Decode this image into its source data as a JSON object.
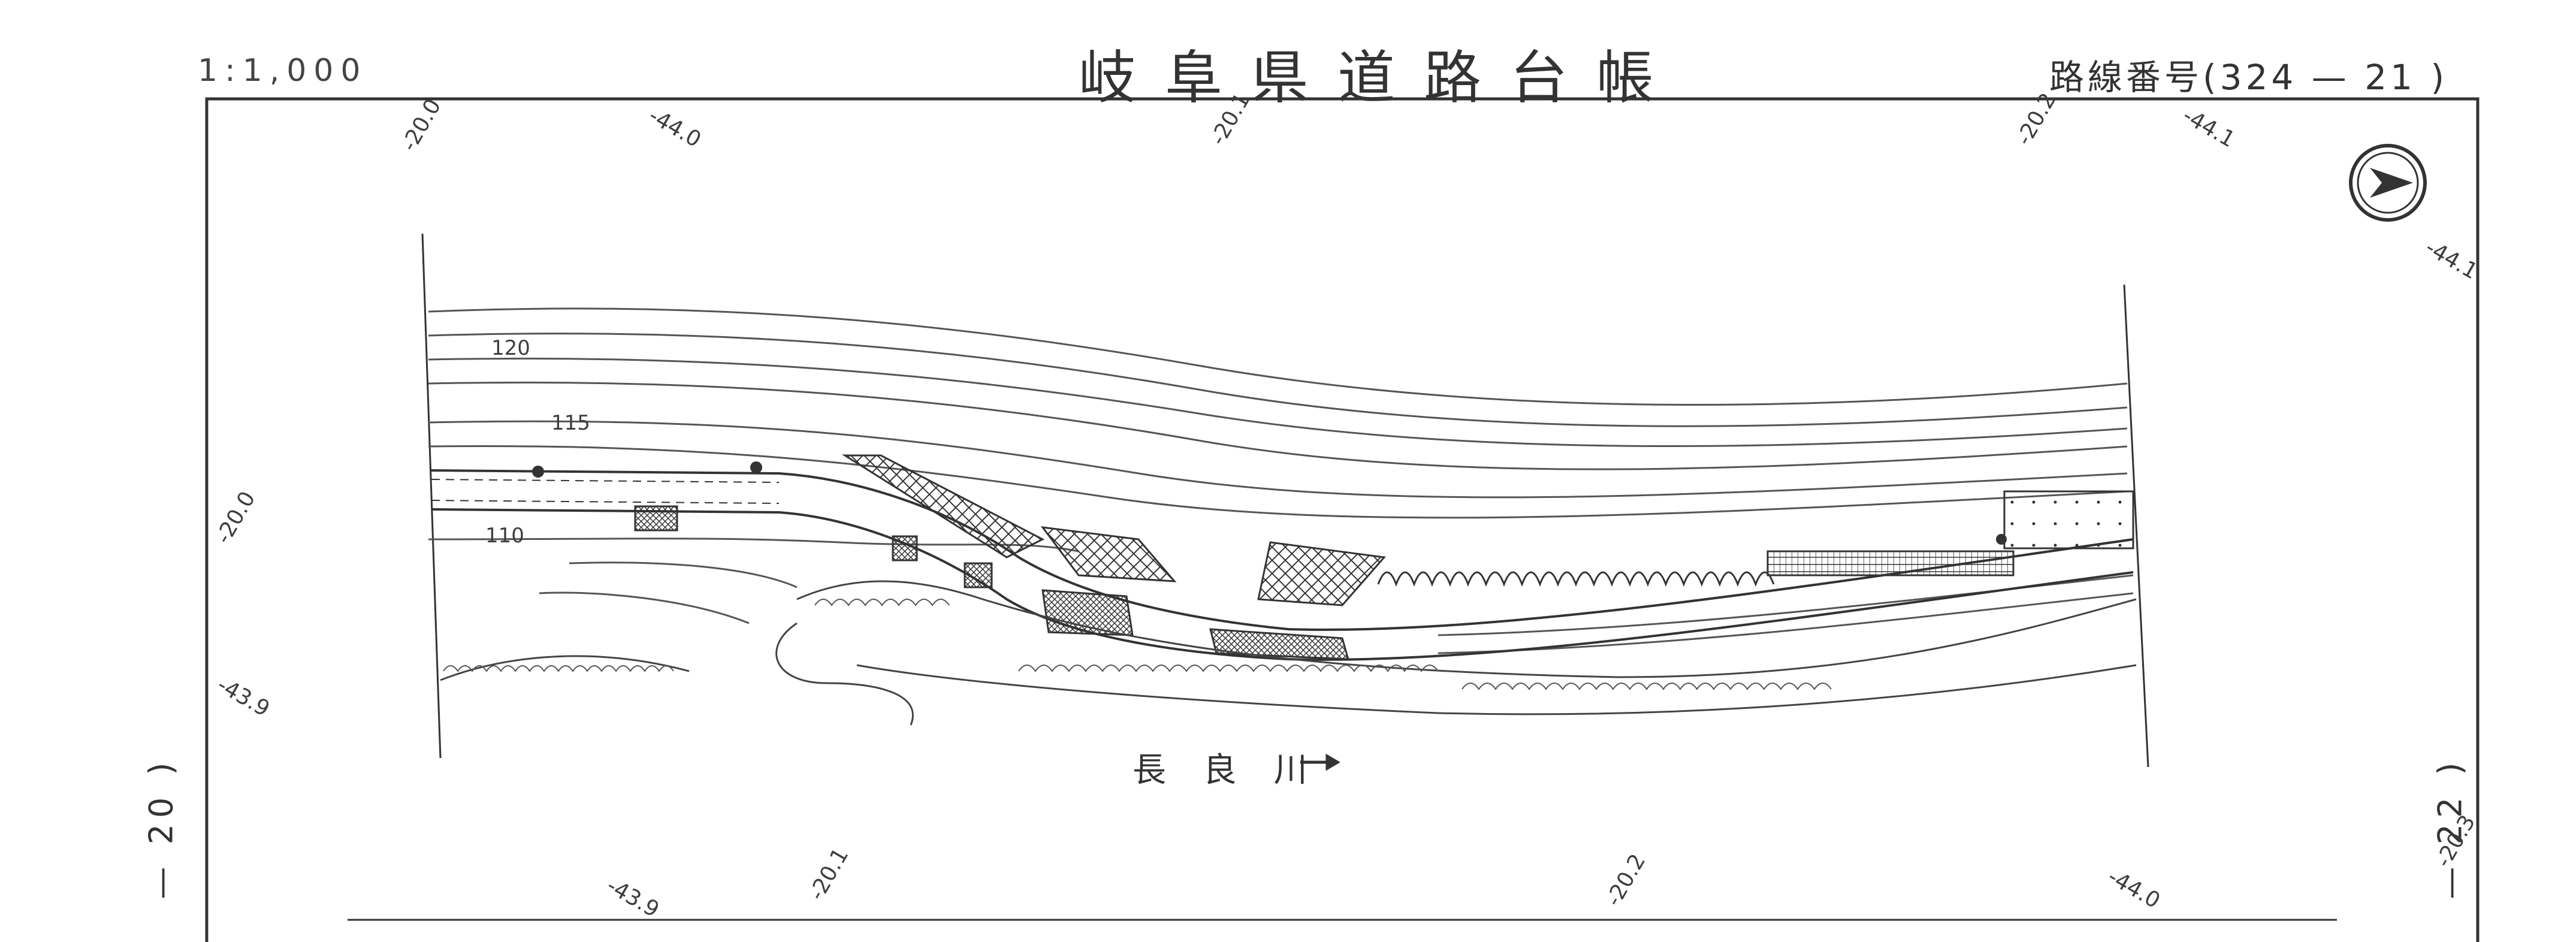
{
  "header": {
    "scale": "1:1,000",
    "title": "岐阜県道路台帳",
    "route_number": "路線番号(324 — 21 )"
  },
  "sheets": {
    "previous": "— 20 )",
    "next": "— 22 )"
  },
  "map": {
    "river_label": "長 良 川",
    "river_arrow": "right-arrow-icon",
    "contour_labels": [
      "120",
      "115",
      "110"
    ],
    "grid_labels": [
      "-20.0",
      "-44.0",
      "-20.1",
      "-20.2",
      "-44.1",
      "-44.1",
      "-20.0",
      "-43.9",
      "-43.9",
      "-20.1",
      "-20.2",
      "-44.0",
      "-20.3"
    ],
    "compass": "north-arrow-icon",
    "colors": {
      "ink": "#333333",
      "paper": "#ffffff"
    }
  }
}
